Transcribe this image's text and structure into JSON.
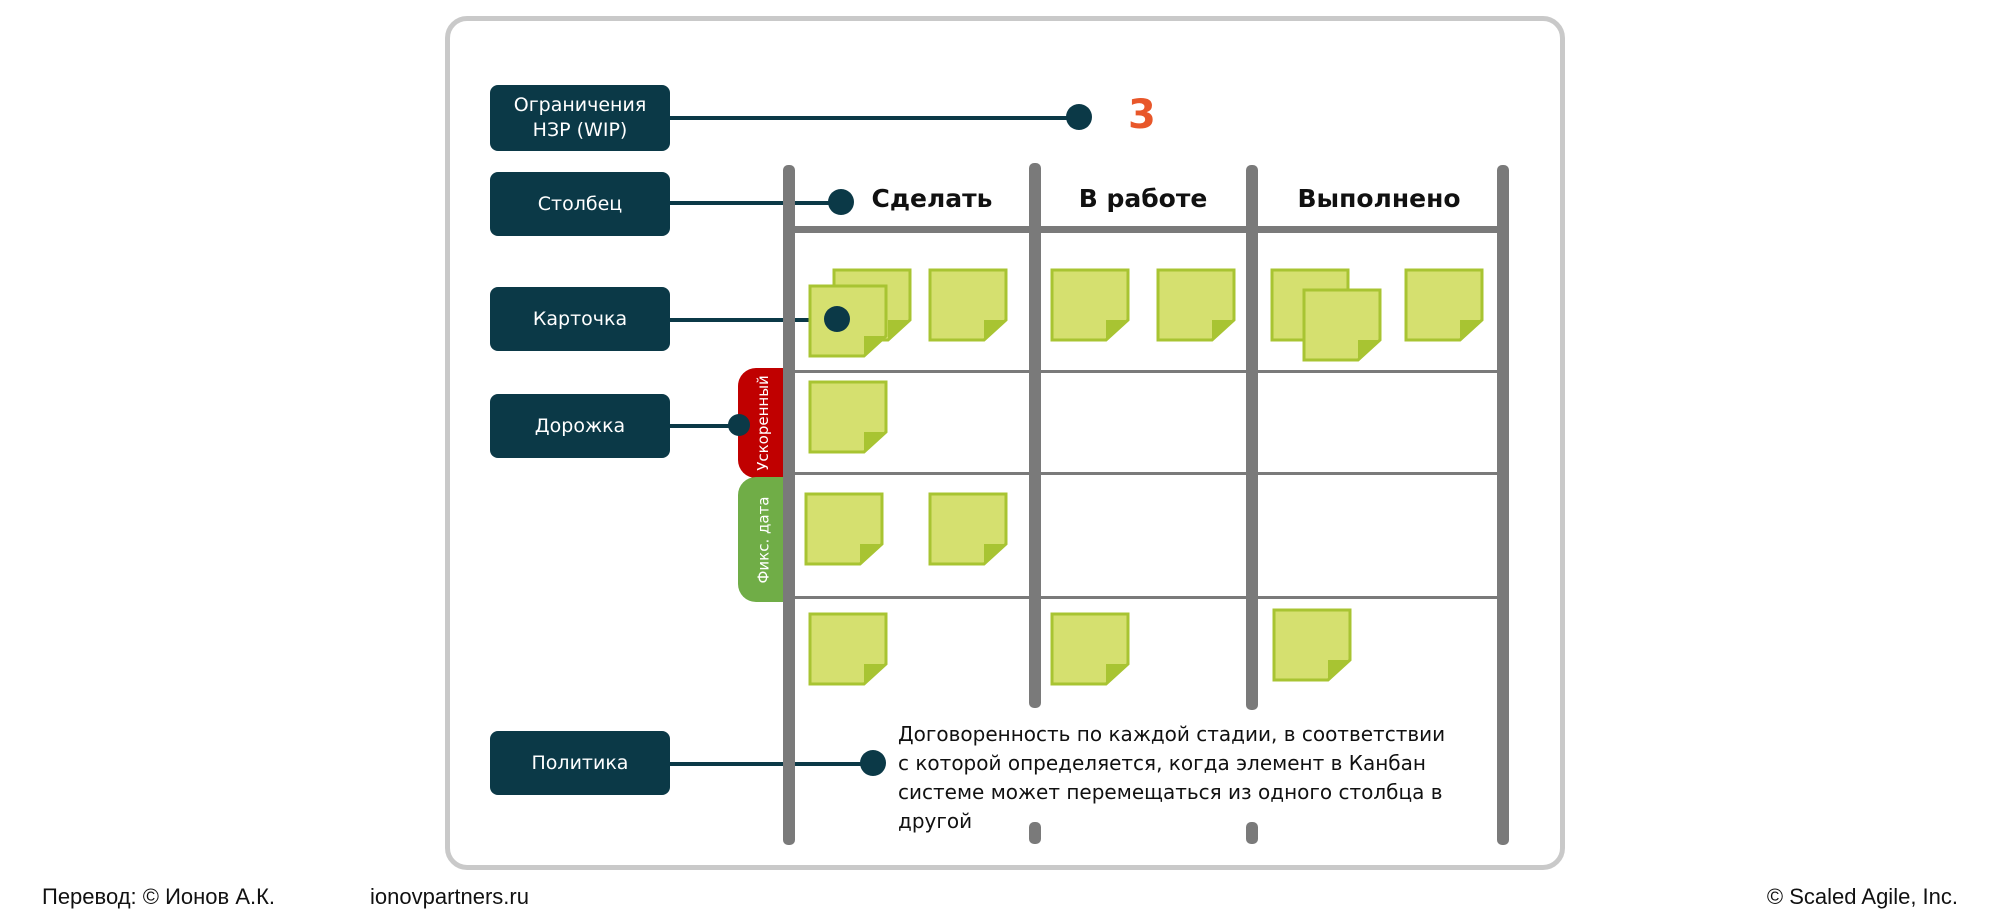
{
  "labels": {
    "wip": "Ограничения\nНЗР (WIP)",
    "column": "Столбец",
    "card": "Карточка",
    "lane": "Дорожка",
    "policy": "Политика"
  },
  "wip_limit": "3",
  "columns": [
    "Сделать",
    "В работе",
    "Выполнено"
  ],
  "lanes": [
    "Ускоренный",
    "Фикс. дата"
  ],
  "policy_text": "Договоренность по каждой стадии, в соответствии с которой определяется, когда элемент в Канбан системе может перемещаться из одного столбца в другой",
  "footer": {
    "translation": "Перевод: © Ионов А.К.",
    "site": "ionovpartners.ru",
    "copyright": "© Scaled Agile,  Inc."
  },
  "colors": {
    "label_bg": "#0b3947",
    "card_fill": "#d5e06f",
    "card_border": "#a8c432",
    "expedite": "#c00000",
    "fixed_date": "#70ad47",
    "wip_number": "#e8572a",
    "board_lines": "#7a7a7a"
  }
}
